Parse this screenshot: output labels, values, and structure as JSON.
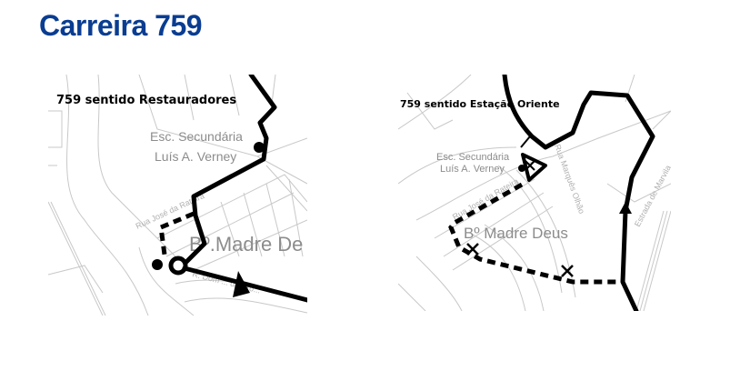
{
  "page": {
    "title": "Carreira 759",
    "title_color": "#0a3d91"
  },
  "maps": [
    {
      "caption": "759 sentido Restauradores",
      "school_line1": "Esc. Secundária",
      "school_line2": "Luís A. Verney",
      "district": "Bº.Madre De",
      "streets": [
        "Rua José da Rateira",
        "R. Dom ... da Bro..."
      ]
    },
    {
      "caption": "759 sentido Estação Oriente",
      "school_line1": "Esc. Secundária",
      "school_line2": "Luís A. Verney",
      "district": "Bº Madre Deus",
      "streets": [
        "Rua José da Rateira",
        "Rua Marquês Olhão",
        "Estrada de Marvila"
      ]
    }
  ]
}
